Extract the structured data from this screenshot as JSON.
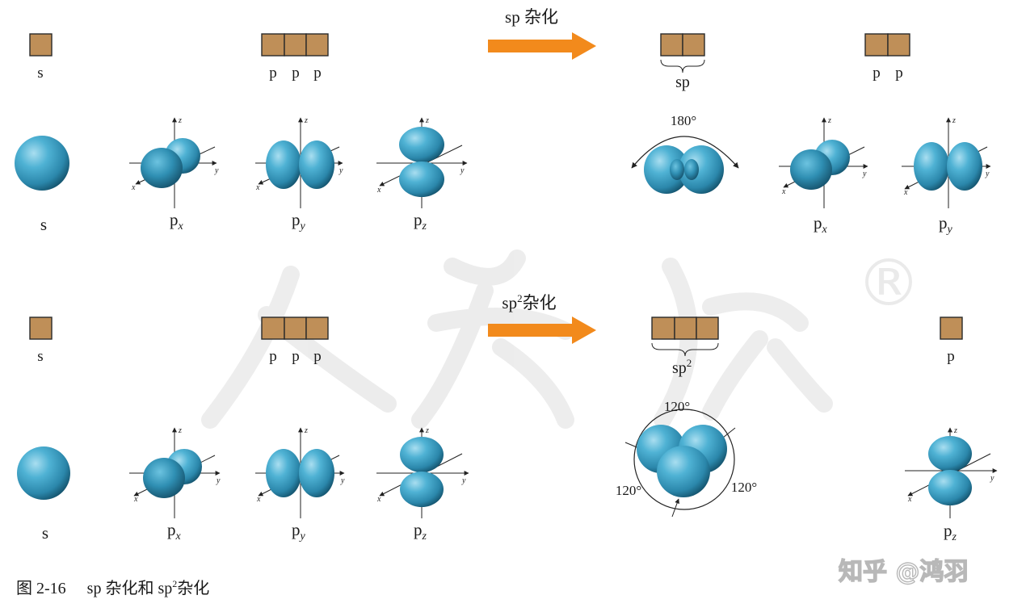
{
  "sp_section": {
    "s_box_label": "s",
    "p_box_labels": [
      "p",
      "p",
      "p"
    ],
    "arrow_label": "sp 杂化",
    "hybrid_box_label": "sp",
    "remaining_p_labels": [
      "p",
      "p"
    ],
    "orbitals_before": [
      {
        "label": "s"
      },
      {
        "label": "p",
        "sub": "x"
      },
      {
        "label": "p",
        "sub": "y"
      },
      {
        "label": "p",
        "sub": "z"
      }
    ],
    "angle_label": "180°",
    "orbitals_after": [
      {
        "label": "p",
        "sub": "x"
      },
      {
        "label": "p",
        "sub": "y"
      }
    ]
  },
  "sp2_section": {
    "s_box_label": "s",
    "p_box_labels": [
      "p",
      "p",
      "p"
    ],
    "arrow_label_base": "sp",
    "arrow_label_sup": "2",
    "arrow_label_tail": "杂化",
    "hybrid_box_label_base": "sp",
    "hybrid_box_label_sup": "2",
    "remaining_p_label": "p",
    "orbitals_before": [
      {
        "label": "s"
      },
      {
        "label": "p",
        "sub": "x"
      },
      {
        "label": "p",
        "sub": "y"
      },
      {
        "label": "p",
        "sub": "z"
      }
    ],
    "angle_labels": [
      "120°",
      "120°",
      "120°"
    ],
    "orbitals_after": [
      {
        "label": "p",
        "sub": "z"
      }
    ]
  },
  "axis_labels": {
    "x": "x",
    "y": "y",
    "z": "z"
  },
  "caption": {
    "figure_number": "图 2-16",
    "text_part1": "sp 杂化和 sp",
    "text_sup": "2",
    "text_part2": "杂化"
  },
  "watermark": {
    "brand_text": "知乎 @鸿羽",
    "registered_mark": "®"
  },
  "colors": {
    "box_fill": "#bf8f58",
    "arrow": "#f28a1c",
    "orbital": "#3d9dc1"
  }
}
